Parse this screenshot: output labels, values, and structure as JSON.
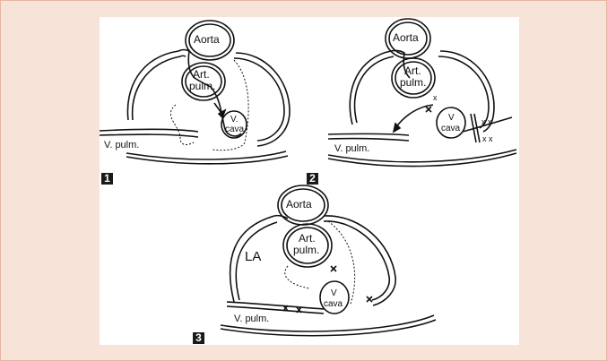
{
  "figure": {
    "panels": [
      {
        "number": "1",
        "labels": {
          "aorta": "Aorta",
          "art": "Art.",
          "pulm": "pulm.",
          "v": "V.",
          "cava": "cava",
          "v_pulm": "V. pulm."
        }
      },
      {
        "number": "2",
        "labels": {
          "aorta": "Aorta",
          "art": "Art.",
          "pulm": "pulm.",
          "v": "V",
          "cava": "cava",
          "v_pulm": "V. pulm.",
          "x1": "x",
          "x2": "x x",
          "x3": "x x"
        }
      },
      {
        "number": "3",
        "labels": {
          "aorta": "Aorta",
          "art": "Art.",
          "pulm": "pulm.",
          "la": "LA",
          "v": "V",
          "cava": "cava",
          "v_pulm": "V. pulm."
        }
      }
    ]
  }
}
